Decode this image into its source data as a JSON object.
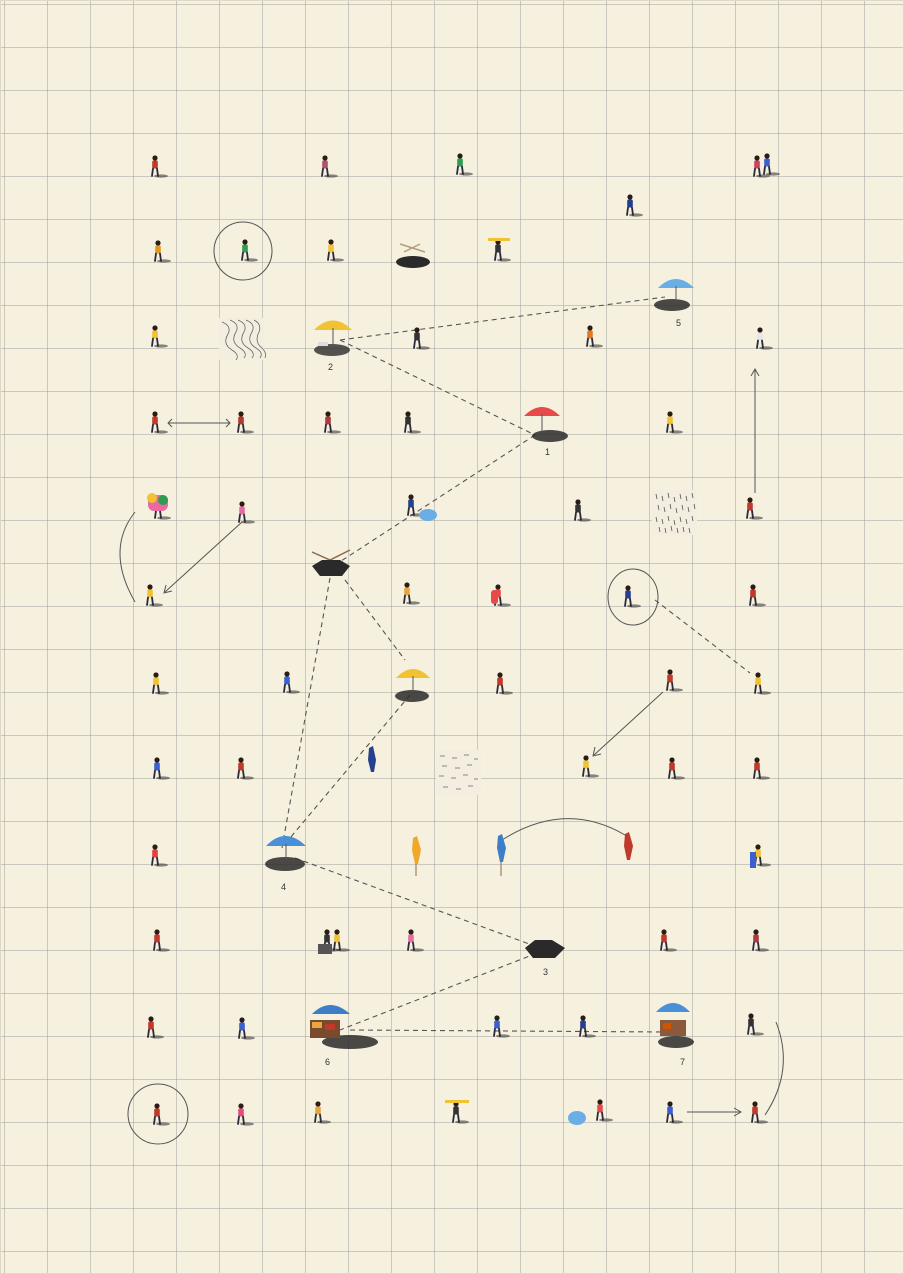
{
  "figure": {
    "umbrella_labels": [
      "1",
      "2",
      "3",
      "4",
      "5",
      "6",
      "7"
    ]
  },
  "palette": {
    "paper": "#f6f0df",
    "grid": "#999999",
    "ink": "#444444",
    "umbrella_red": "#e84a4a",
    "umbrella_yellow": "#f1c232",
    "umbrella_blue": "#4a90d9",
    "shadow": "#2a2a2a"
  }
}
